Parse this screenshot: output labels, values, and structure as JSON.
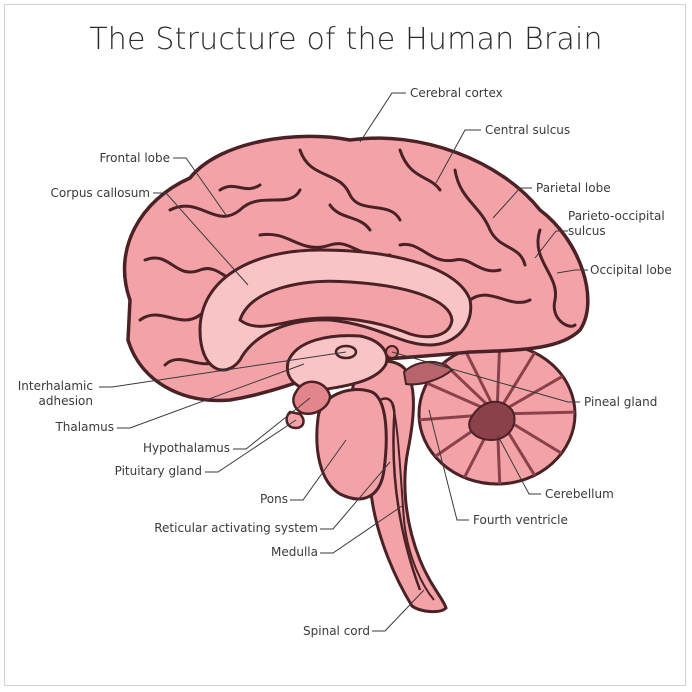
{
  "title": "The Structure of the Human Brain",
  "labels": {
    "cerebral_cortex": "Cerebral cortex",
    "central_sulcus": "Central sulcus",
    "frontal_lobe": "Frontal lobe",
    "corpus_callosum": "Corpus callosum",
    "parietal_lobe": "Parietal lobe",
    "parieto_occipital_1": "Parieto-occipital",
    "parieto_occipital_2": "sulcus",
    "occipital_lobe": "Occipital lobe",
    "interhalamic_1": "Interhalamic",
    "interhalamic_2": "adhesion",
    "thalamus": "Thalamus",
    "hypothalamus": "Hypothalamus",
    "pituitary_gland": "Pituitary gland",
    "pineal_gland": "Pineal gland",
    "cerebellum": "Cerebellum",
    "pons": "Pons",
    "fourth_ventricle": "Fourth ventricle",
    "reticular_activating_system": "Reticular activating system",
    "medulla": "Medulla",
    "spinal_cord": "Spinal cord"
  },
  "colors": {
    "brain_fill": "#f3a3a8",
    "brain_dark": "#e2868c",
    "brain_light": "#f9c4c6",
    "outline": "#4a2226",
    "cerebellum_dark": "#8a4149",
    "ventricle": "#b8646d",
    "leader_line": "#3a3a3a"
  }
}
